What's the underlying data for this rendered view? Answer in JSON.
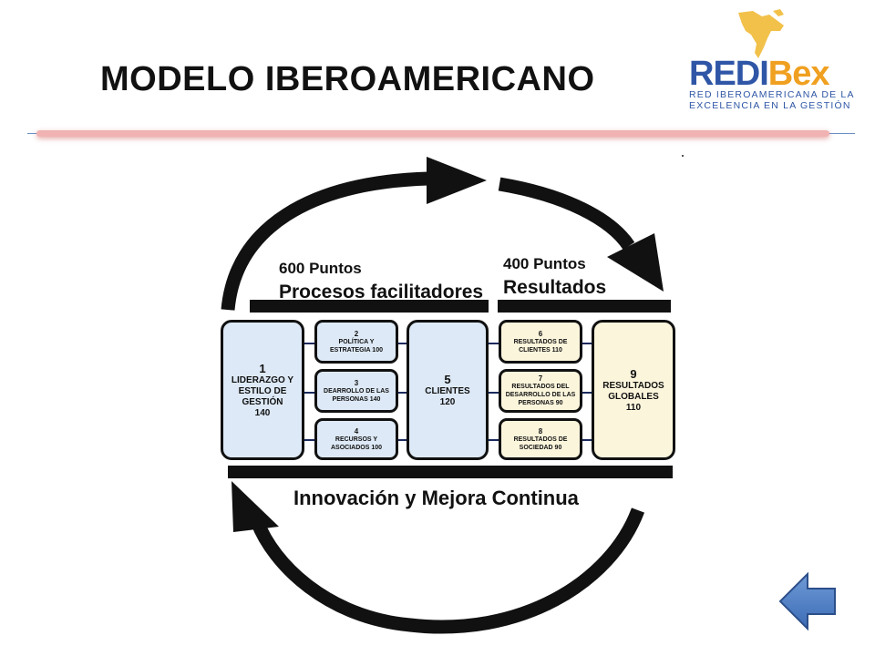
{
  "slide": {
    "title": "MODELO IBEROAMERICANO"
  },
  "logo": {
    "word_main": "REDI",
    "word_accent": "Bex",
    "subtitle_line1": "RED IBEROAMERICANA DE LA",
    "subtitle_line2": "EXCELENCIA EN LA GESTIÓN",
    "color_primary": "#2f56a6",
    "color_accent": "#f0a020"
  },
  "diagram": {
    "left_points": "600 Puntos",
    "left_title": "Procesos facilitadores",
    "right_points": "400 Puntos",
    "right_title": "Resultados",
    "bottom_text": "Innovación y Mejora Continua",
    "criteria": [
      {
        "num": "1",
        "lines": [
          "LIDERAZGO Y",
          "ESTILO DE",
          "GESTIÓN"
        ],
        "points": "140"
      },
      {
        "num": "2",
        "lines": [
          "POLÍTICA Y",
          "ESTRATEGIA 100"
        ],
        "points": ""
      },
      {
        "num": "3",
        "lines": [
          "DEARROLLO DE LAS",
          "PERSONAS 140"
        ],
        "points": ""
      },
      {
        "num": "4",
        "lines": [
          "RECURSOS Y",
          "ASOCIADOS 100"
        ],
        "points": ""
      },
      {
        "num": "5",
        "lines": [
          "CLIENTES"
        ],
        "points": "120"
      },
      {
        "num": "6",
        "lines": [
          "RESULTADOS DE",
          "CLIENTES 110"
        ],
        "points": ""
      },
      {
        "num": "7",
        "lines": [
          "RESULTADOS DEL",
          "DESARROLLO DE LAS",
          "PERSONAS 90"
        ],
        "points": ""
      },
      {
        "num": "8",
        "lines": [
          "RESULTADOS DE",
          "SOCIEDAD 90"
        ],
        "points": ""
      },
      {
        "num": "9",
        "lines": [
          "RESULTADOS",
          "GLOBALES"
        ],
        "points": "110"
      }
    ],
    "colors": {
      "enablers_fill": "#dde9f6",
      "results_fill": "#fbf5dc",
      "connector": "#1b2a5e"
    }
  },
  "navigation": {
    "back_button_icon": "left-arrow-icon",
    "button_color": "#4a7cc4"
  }
}
